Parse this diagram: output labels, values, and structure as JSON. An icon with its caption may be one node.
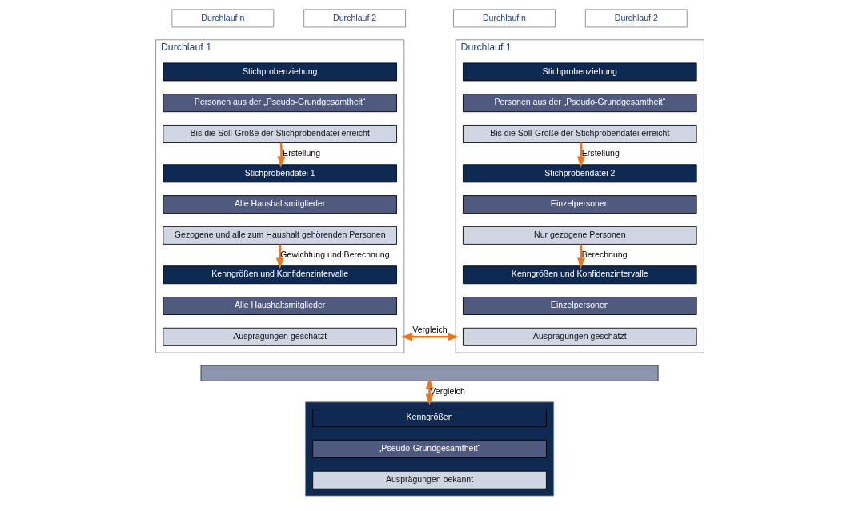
{
  "diagram": {
    "nodes": [
      {
        "text": [
          "Durchlauf n"
        ]
      },
      {
        "text": [
          "Durchlauf 2"
        ]
      },
      {
        "text": [
          "Durchlauf 1"
        ]
      },
      {
        "text": [
          "Stichprobenziehung"
        ],
        "in": 2
      },
      {
        "text": [
          "Personen aus der „Pseudo-Grundgesamtheit“"
        ],
        "in": 2
      },
      {
        "text": [
          "Bis die Soll-Größe der Stichprobendatei erreicht"
        ],
        "in": 2
      },
      {
        "text": [
          "Stichprobendatei 1"
        ],
        "in": 2
      },
      {
        "text": [
          "Alle Haushaltsmitglieder"
        ],
        "in": 2
      },
      {
        "text": [
          "Gezogene und alle zum Haushalt gehörenden Personen"
        ],
        "in": 2
      },
      {
        "text": [
          "Kenngrößen und Konfidenzintervalle"
        ],
        "in": 2
      },
      {
        "text": [
          "Alle Haushaltsmitglieder"
        ],
        "in": 2
      },
      {
        "text": [
          "Ausprägungen geschätzt"
        ],
        "in": 2
      },
      {
        "text": [
          "Durchlauf n"
        ]
      },
      {
        "text": [
          "Durchlauf 2"
        ]
      },
      {
        "text": [
          "Durchlauf 1"
        ]
      },
      {
        "text": [
          "Stichprobenziehung"
        ],
        "in": 14
      },
      {
        "text": [
          "Personen aus der „Pseudo-Grundgesamtheit“"
        ],
        "in": 14
      },
      {
        "text": [
          "Bis die Soll-Größe der Stichprobendatei erreicht"
        ],
        "in": 14
      },
      {
        "text": [
          "Stichprobendatei 2"
        ],
        "in": 14
      },
      {
        "text": [
          "Einzelpersonen"
        ],
        "in": 14
      },
      {
        "text": [
          "Nur gezogene Personen"
        ],
        "in": 14
      },
      {
        "text": [
          "Kenngrößen und Konfidenzintervalle"
        ],
        "in": 14
      },
      {
        "text": [
          "Einzelpersonen"
        ],
        "in": 14
      },
      {
        "text": [
          "Ausprägungen geschätzt"
        ],
        "in": 14
      },
      {
        "text": [],
        "shape": "box"
      },
      {
        "text": [],
        "shape": "box"
      },
      {
        "text": [
          "Kenngrößen"
        ],
        "in": 25
      },
      {
        "text": [
          "„Pseudo-Grundgesamtheit“"
        ],
        "in": 25
      },
      {
        "text": [
          "Ausprägungen bekannt"
        ],
        "in": 25
      }
    ],
    "edges": [
      {
        "from": 5,
        "to": 6,
        "arrow": "to",
        "label": "Erstellung"
      },
      {
        "from": 8,
        "to": 9,
        "arrow": "to",
        "label": "Gewichtung und Berechnung"
      },
      {
        "from": 17,
        "to": 18,
        "arrow": "to",
        "label": "Erstellung"
      },
      {
        "from": 20,
        "to": 21,
        "arrow": "to",
        "label": "Berechnung"
      },
      {
        "from": 2,
        "to": 14,
        "arrow": "both",
        "label": "Vergleich"
      },
      {
        "from": 24,
        "to": 25,
        "arrow": "both",
        "label": "Vergleich"
      }
    ]
  }
}
